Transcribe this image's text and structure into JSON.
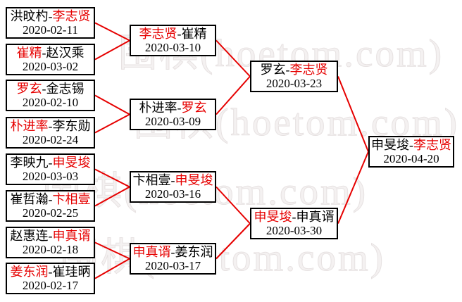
{
  "title": "Go tournament knockout bracket",
  "watermark": {
    "text": "围棋(hoetom.com)"
  },
  "separator": "-",
  "colors": {
    "winner_text": "#e60000",
    "loser_text": "#000000",
    "line": "#e60000",
    "box_border": "#000000",
    "box_bg": "#ffffff",
    "watermark": "#e7e2e2"
  },
  "rounds": [
    {
      "name": "round-1",
      "matches": [
        {
          "left": "洪旼杓",
          "right": "李志贤",
          "winner": "right",
          "date": "2020-02-11"
        },
        {
          "left": "崔精",
          "right": "赵汉乘",
          "winner": "left",
          "date": "2020-03-02"
        },
        {
          "left": "罗玄",
          "right": "金志锡",
          "winner": "left",
          "date": "2020-02-10"
        },
        {
          "left": "朴进率",
          "right": "李东勋",
          "winner": "left",
          "date": "2020-02-24"
        },
        {
          "left": "李映九",
          "right": "申旻埈",
          "winner": "right",
          "date": "2020-03-03"
        },
        {
          "left": "崔哲瀚",
          "right": "卞相壹",
          "winner": "right",
          "date": "2020-02-25"
        },
        {
          "left": "赵惠连",
          "right": "申真谞",
          "winner": "right",
          "date": "2020-02-18"
        },
        {
          "left": "姜东润",
          "right": "崔珪昞",
          "winner": "left",
          "date": "2020-02-17"
        }
      ]
    },
    {
      "name": "round-2",
      "matches": [
        {
          "left": "李志贤",
          "right": "崔精",
          "winner": "left",
          "date": "2020-03-10"
        },
        {
          "left": "朴进率",
          "right": "罗玄",
          "winner": "right",
          "date": "2020-03-09"
        },
        {
          "left": "卞相壹",
          "right": "申旻埈",
          "winner": "right",
          "date": "2020-03-16"
        },
        {
          "left": "申真谞",
          "right": "姜东润",
          "winner": "left",
          "date": "2020-03-17"
        }
      ]
    },
    {
      "name": "semifinals",
      "matches": [
        {
          "left": "罗玄",
          "right": "李志贤",
          "winner": "right",
          "date": "2020-03-23"
        },
        {
          "left": "申旻埈",
          "right": "申真谞",
          "winner": "left",
          "date": "2020-03-30"
        }
      ]
    },
    {
      "name": "final",
      "matches": [
        {
          "left": "申旻埈",
          "right": "李志贤",
          "winner": "right",
          "date": "2020-04-20"
        }
      ]
    }
  ]
}
